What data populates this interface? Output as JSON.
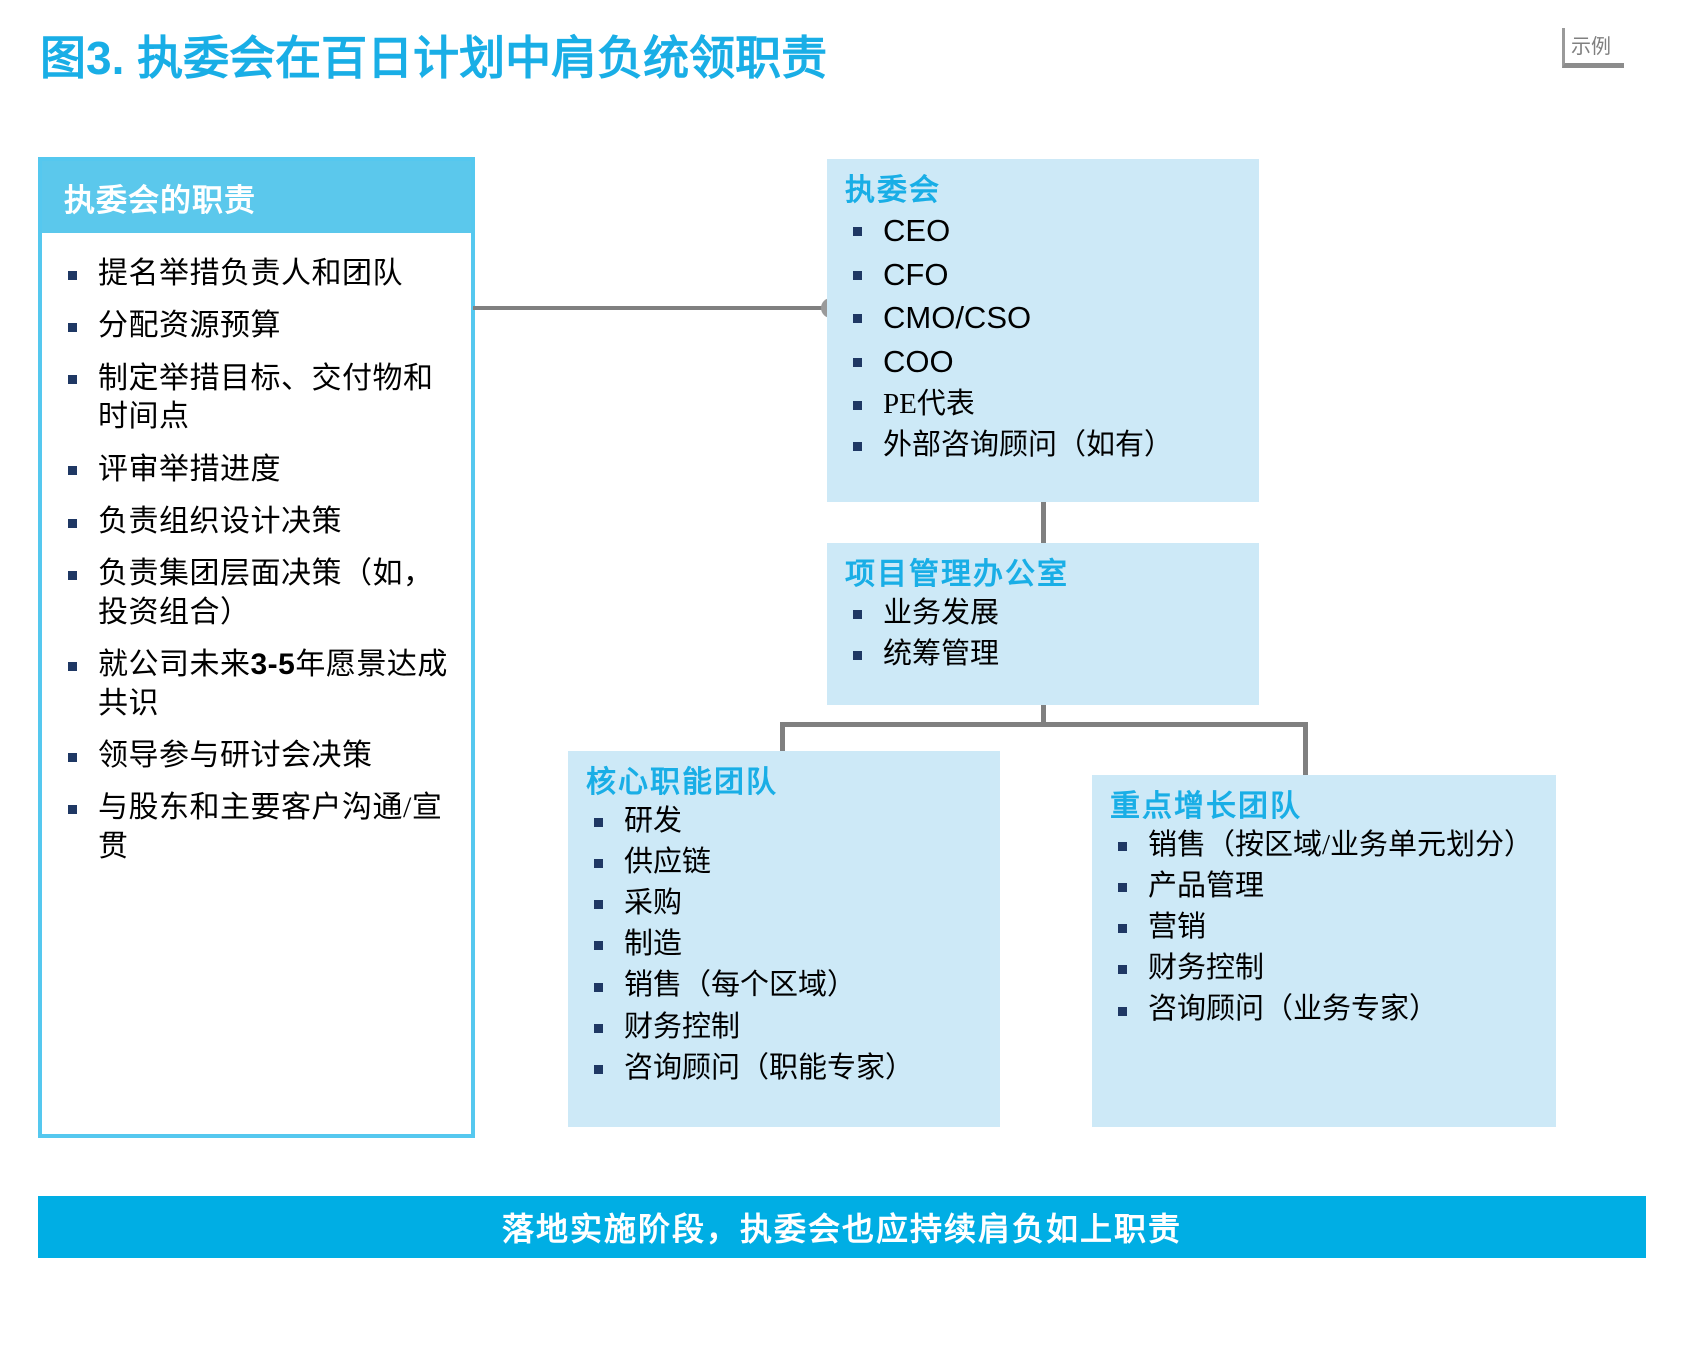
{
  "title": "图3. 执委会在百日计划中肩负统领职责",
  "example_badge": {
    "label": "示例"
  },
  "colors": {
    "title_blue": "#19AEE6",
    "header_blue": "#5BC8EC",
    "box_fill": "#CDE9F7",
    "banner_blue": "#00AEE4",
    "bullet_navy": "#1F3864",
    "connector_gray": "#808080"
  },
  "responsibilities": {
    "header": "执委会的职责",
    "items": [
      "提名举措负责人和团队",
      "分配资源预算",
      "制定举措目标、交付物和时间点",
      "评审举措进度",
      "负责组织设计决策",
      "负责集团层面决策（如，投资组合）",
      "就公司未来3-5年愿景达成共识",
      "领导参与研讨会决策",
      "与股东和主要客户沟通/宣贯"
    ]
  },
  "exco": {
    "title": "执委会",
    "items": [
      "CEO",
      "CFO",
      "CMO/CSO",
      "COO",
      "PE代表",
      "外部咨询顾问（如有）"
    ]
  },
  "pmo": {
    "title": "项目管理办公室",
    "items": [
      "业务发展",
      "统筹管理"
    ]
  },
  "core_team": {
    "title": "核心职能团队",
    "items": [
      "研发",
      "供应链",
      "采购",
      "制造",
      "销售（每个区域）",
      "财务控制",
      "咨询顾问（职能专家）"
    ]
  },
  "growth_team": {
    "title": "重点增长团队",
    "items": [
      "销售（按区域/业务单元划分）",
      "产品管理",
      "营销",
      "财务控制",
      "咨询顾问（业务专家）"
    ]
  },
  "banner": {
    "text": "落地实施阶段，执委会也应持续肩负如上职责"
  }
}
